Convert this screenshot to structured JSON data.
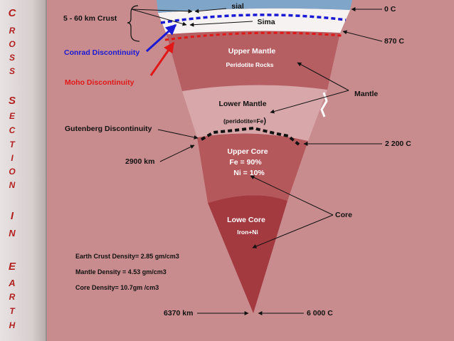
{
  "sidebar": {
    "letters": [
      "C",
      "R",
      "O",
      "S",
      "S",
      "S",
      "E",
      "C",
      "T",
      "I",
      "O",
      "N",
      "I",
      "N",
      "E",
      "A",
      "R",
      "T",
      "H"
    ]
  },
  "layers": {
    "sial": "sial",
    "sima": "Sima",
    "upper_mantle": "Upper Mantle",
    "peridotite_rocks": "Peridotite Rocks",
    "lower_mantle": "Lower Mantle",
    "lower_mantle_comp_open": "(peridotite=Fe",
    "lower_mantle_comp_close": ")",
    "upper_core": "Upper Core",
    "upper_core_fe": "Fe = 90%",
    "upper_core_ni": "Ni = 10%",
    "lower_core": "Lowe Core",
    "lower_core_comp": "Iron+Ni"
  },
  "labels": {
    "crust": "5 - 60 km  Crust",
    "conrad": "Conrad Discontinuity",
    "moho": "Moho Discontinuity",
    "gutenberg": "Gutenberg  Discontinuity",
    "depth_2900": "2900 km",
    "depth_6370": "6370 km",
    "temp_0": "0 C",
    "temp_870": "870 C",
    "temp_2200": "2 200 C",
    "temp_6000": "6 000 C",
    "mantle": "Mantle",
    "core": "Core"
  },
  "densities": {
    "crust": "Earth Crust Density= 2.85 gm/cm3",
    "mantle": "Mantle Density = 4.53 gm/cm3",
    "core": "Core Density= 10.7gm /cm3"
  },
  "colors": {
    "background": "#c98c8e",
    "upper_mantle": "#b65f63",
    "lower_mantle": "#d8a7aa",
    "upper_core": "#b4585c",
    "lower_core": "#a23a40",
    "crust": "#f6f2f2",
    "sial": "#7fa6c8",
    "conrad_line": "#1a1ad4",
    "moho_line": "#e01818"
  }
}
